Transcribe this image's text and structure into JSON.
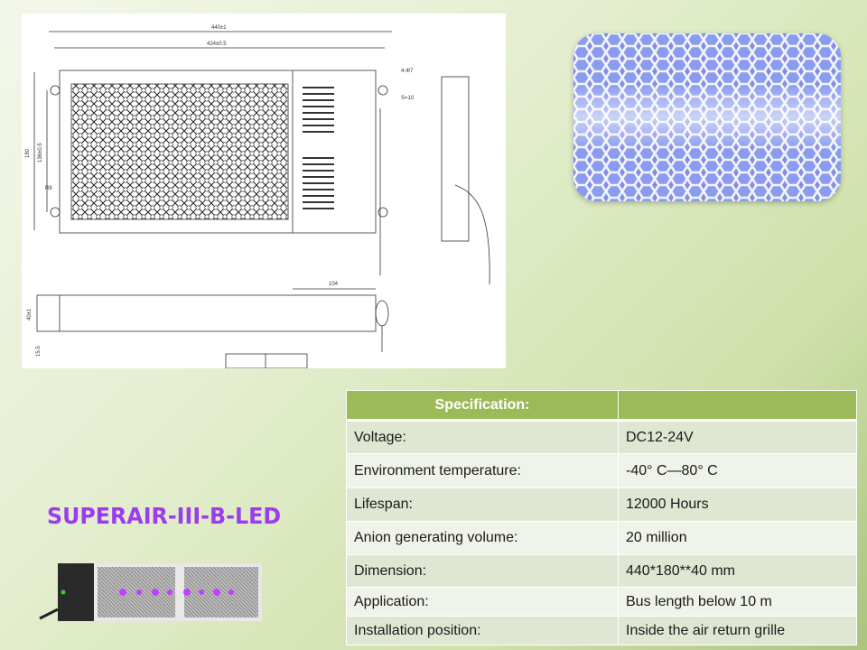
{
  "drawing": {
    "dims": [
      "440±1",
      "424±0.5",
      "180",
      "136±0.5",
      "R8",
      "4-Φ7",
      "S=10",
      "104",
      "40±1",
      "15.5"
    ]
  },
  "product": {
    "title": "SUPERAIR-III-B-LED"
  },
  "spec_table": {
    "header": [
      "Specification:",
      ""
    ],
    "rows": [
      {
        "label": "Voltage:",
        "value": "DC12-24V"
      },
      {
        "label": "Environment temperature:",
        "value": "-40° C—80° C"
      },
      {
        "label": "Lifespan:",
        "value": "12000 Hours"
      },
      {
        "label": "Anion generating volume:",
        "value": "20 million"
      },
      {
        "label": "Dimension:",
        "value": "440*180**40 mm"
      },
      {
        "label": "Application:",
        "value": "Bus length  below 10 m"
      },
      {
        "label": "Installation position:",
        "value": "Inside the air return grille"
      }
    ]
  },
  "colors": {
    "header": "#9bbb59",
    "title": "#9b3cf0"
  }
}
